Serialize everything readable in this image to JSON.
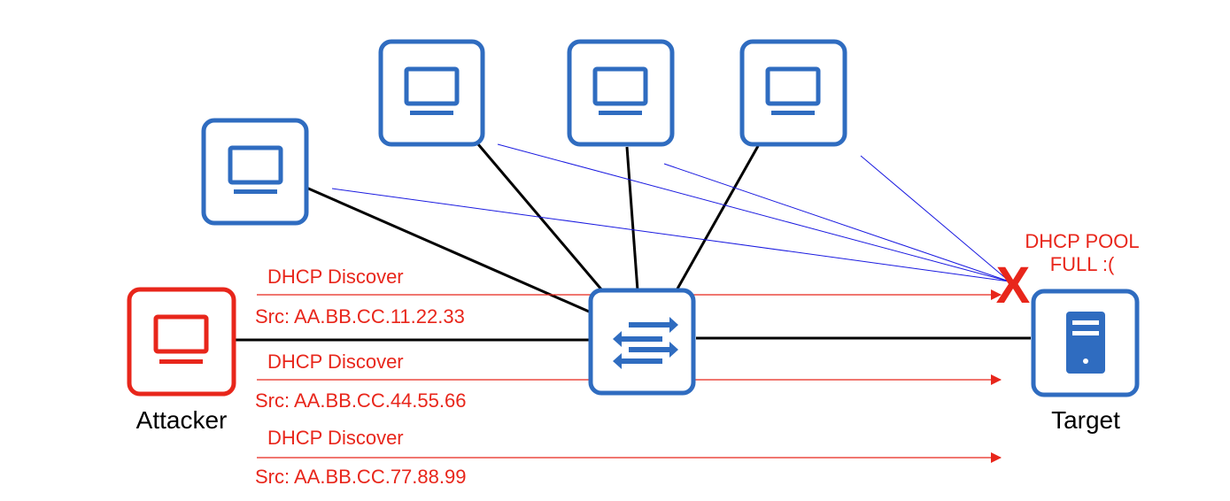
{
  "colors": {
    "device_border": "#2f6cc0",
    "attacker_border": "#e8261b",
    "attack_text": "#e8261b",
    "cable": "#000000",
    "traffic_line": "#1a1ae0"
  },
  "icons": {
    "client": "monitor-icon",
    "attacker": "monitor-icon",
    "switch": "switch-arrows-icon",
    "target": "server-icon",
    "failure": "x-mark-icon"
  },
  "nodes": {
    "attacker_label": "Attacker",
    "target_label": "Target"
  },
  "status": {
    "pool_line1": "DHCP POOL",
    "pool_line2": "FULL :(",
    "failure_mark": "X"
  },
  "messages": [
    {
      "type": "DHCP Discover",
      "src": "Src: AA.BB.CC.11.22.33"
    },
    {
      "type": "DHCP Discover",
      "src": "Src: AA.BB.CC.44.55.66"
    },
    {
      "type": "DHCP Discover",
      "src": "Src: AA.BB.CC.77.88.99"
    }
  ]
}
